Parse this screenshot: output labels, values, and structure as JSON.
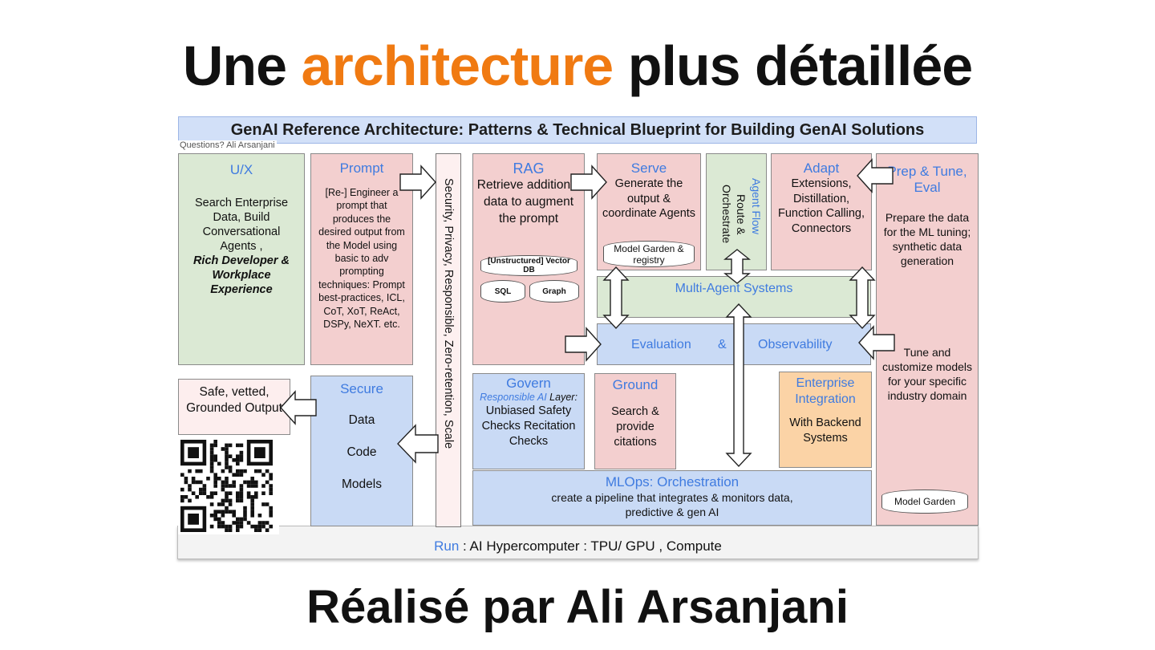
{
  "slide": {
    "title_part1": "Une",
    "title_accent": "architecture",
    "title_part2": "plus détaillée",
    "footer": "Réalisé par Ali Arsanjani"
  },
  "diagram": {
    "banner": "GenAI Reference Architecture: Patterns & Technical Blueprint for Building GenAI Solutions",
    "questions": "Questions? Ali Arsanjani",
    "ux": {
      "header": "U/X",
      "text": "Search Enterprise Data, Build Conversational Agents ,",
      "emphasis": "Rich Developer & Workplace Experience"
    },
    "prompt": {
      "header": "Prompt",
      "text": "[Re-] Engineer a prompt that produces the desired output from the Model using basic to adv prompting techniques: Prompt best-practices, ICL, CoT, XoT, ReAct, DSPy, NeXT. etc."
    },
    "security_bar": "Security, Privacy, Responsible, Zero-retention, Scale",
    "rag": {
      "header": "RAG",
      "text": "Retrieve additional data to augment the prompt",
      "db_vector": "[Unstructured] Vector DB",
      "db_sql": "SQL",
      "db_graph": "Graph"
    },
    "serve": {
      "header": "Serve",
      "text": "Generate the output & coordinate Agents",
      "db": "Model Garden & registry"
    },
    "agent_flow": {
      "header": "Agent Flow",
      "text": "Route & Orchestrate"
    },
    "adapt": {
      "header": "Adapt",
      "text": "Extensions, Distillation, Function Calling, Connectors"
    },
    "prep": {
      "header": "Prep & Tune, Eval",
      "text1": "Prepare the data for the ML tuning; synthetic data generation",
      "text2": "Tune and customize models for your specific industry domain",
      "db": "Model Garden"
    },
    "multi_agent": "Multi-Agent Systems",
    "evaluation": {
      "left": "Evaluation",
      "mid": "&",
      "right": "Observability"
    },
    "safe_output": "Safe, vetted, Grounded Output",
    "secure": {
      "header": "Secure",
      "items": [
        "Data",
        "Code",
        "Models"
      ]
    },
    "govern": {
      "header": "Govern",
      "sub": "Responsible AI",
      "sub2": "Layer:",
      "text": "Unbiased Safety Checks Recitation Checks"
    },
    "ground": {
      "header": "Ground",
      "text": "Search & provide citations"
    },
    "enterprise": {
      "header": "Enterprise Integration",
      "text": "With Backend Systems"
    },
    "mlops": {
      "header": "MLOps: Orchestration",
      "text": "create a pipeline that integrates & monitors data, predictive & gen AI"
    },
    "run": {
      "label": "Run",
      "text": ": AI Hypercomputer : TPU/ GPU , Compute"
    }
  },
  "colors": {
    "accent": "#f07a12",
    "header_blue": "#3f7be0",
    "green": "#dbe9d4",
    "pink": "#f3cfcf",
    "blue": "#c9daf5",
    "orange": "#fbd3a6"
  },
  "icons": [
    "qr-code-icon"
  ]
}
